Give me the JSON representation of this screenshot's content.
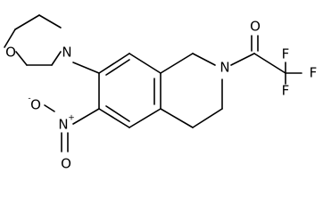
{
  "atoms": {
    "morpholine_oxygen": "O",
    "morpholine_nitrogen": "N",
    "ring_nitrogen": "N",
    "carbonyl_oxygen": "O",
    "fluorine_top": "F",
    "fluorine_right": "F",
    "fluorine_bottom": "F",
    "nitro_nitrogen": "N",
    "nitro_nitrogen_charge": "+",
    "nitro_oxygen_left": "O",
    "nitro_oxygen_left_charge": "-",
    "nitro_oxygen_bottom": "O"
  }
}
